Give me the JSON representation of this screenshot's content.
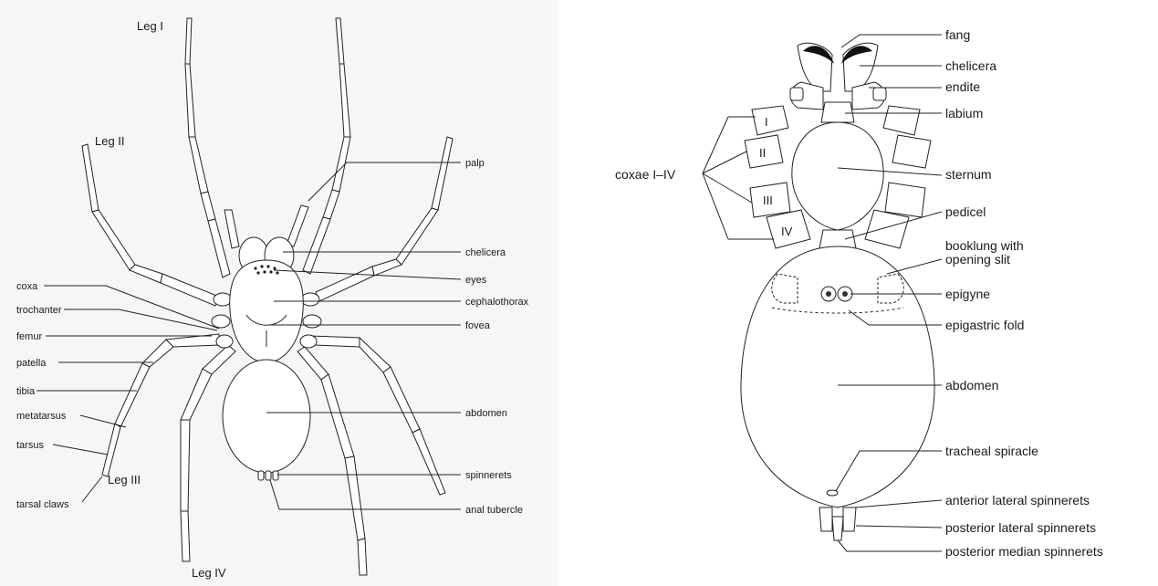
{
  "dorsal": {
    "legs": {
      "leg1": "Leg I",
      "leg2": "Leg II",
      "leg3": "Leg III",
      "leg4": "Leg IV"
    },
    "left_labels": {
      "coxa": "coxa",
      "trochanter": "trochanter",
      "femur": "femur",
      "patella": "patella",
      "tibia": "tibia",
      "metatarsus": "metatarsus",
      "tarsus": "tarsus",
      "tarsal_claws": "tarsal claws"
    },
    "right_labels": {
      "palp": "palp",
      "chelicera": "chelicera",
      "eyes": "eyes",
      "cephalothorax": "cephalothorax",
      "fovea": "fovea",
      "abdomen": "abdomen",
      "spinnerets": "spinnerets",
      "anal_tubercle": "anal tubercle"
    }
  },
  "ventral": {
    "labels": {
      "fang": "fang",
      "chelicera": "chelicera",
      "endite": "endite",
      "labium": "labium",
      "sternum": "sternum",
      "pedicel": "pedicel",
      "booklung_1": "booklung with",
      "booklung_2": "opening slit",
      "epigyne": "epigyne",
      "epigastric_fold": "epigastric fold",
      "abdomen": "abdomen",
      "tracheal_spiracle": "tracheal spiracle",
      "als": "anterior lateral spinnerets",
      "pls": "posterior lateral spinnerets",
      "pms": "posterior median spinnerets"
    },
    "coxae_label": "coxae I–IV",
    "coxae_numerals": {
      "c1": "I",
      "c2": "II",
      "c3": "III",
      "c4": "IV"
    }
  }
}
